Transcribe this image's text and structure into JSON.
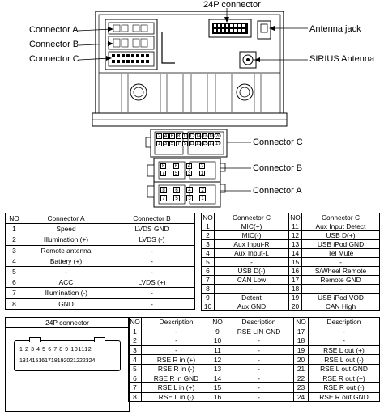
{
  "labels": {
    "p24_connector": "24P connector",
    "connector_a": "Connector A",
    "connector_b": "Connector B",
    "connector_c": "Connector C",
    "antenna_jack": "Antenna jack",
    "sirius_antenna": "SIRIUS Antenna",
    "connector_c_mid": "Connector C",
    "connector_b_mid": "Connector B",
    "connector_a_mid": "Connector A"
  },
  "connector_c_pins": [
    [
      "2",
      "4",
      "6",
      "8",
      "10",
      "12",
      "14",
      "16",
      "18",
      "20"
    ],
    [
      "1",
      "3",
      "5",
      "7",
      "9",
      "11",
      "13",
      "15",
      "17",
      "19"
    ]
  ],
  "connector_b_pins": [
    [
      "8",
      "6",
      "4",
      "2"
    ],
    [
      "7",
      "5",
      "3",
      "1"
    ]
  ],
  "connector_a_pins": [
    [
      "8",
      "6",
      "4",
      "2"
    ],
    [
      "7",
      "5",
      "3",
      "1"
    ]
  ],
  "table_ab": {
    "headers": [
      "NO",
      "Connector A",
      "Connector B"
    ],
    "rows": [
      [
        "1",
        "Speed",
        "LVDS GND"
      ],
      [
        "2",
        "Illumination (+)",
        "LVDS (-)"
      ],
      [
        "3",
        "Remote antenna",
        "-"
      ],
      [
        "4",
        "Battery (+)",
        "-"
      ],
      [
        "5",
        "-",
        "-"
      ],
      [
        "6",
        "ACC",
        "LVDS (+)"
      ],
      [
        "7",
        "Illumination (-)",
        "-"
      ],
      [
        "8",
        "GND",
        "-"
      ]
    ]
  },
  "table_c": {
    "headers": [
      "NO",
      "Connector C",
      "NO",
      "Connector C"
    ],
    "rows": [
      [
        "1",
        "MIC(+)",
        "11",
        "Aux Input Detect"
      ],
      [
        "2",
        "MIC(-)",
        "12",
        "USB D(+)"
      ],
      [
        "3",
        "Aux Input-R",
        "13",
        "USB iPod GND"
      ],
      [
        "4",
        "Aux Input-L",
        "14",
        "Tel Mute"
      ],
      [
        "5",
        "-",
        "15",
        "-"
      ],
      [
        "6",
        "USB D(-)",
        "16",
        "S/Wheel Remote"
      ],
      [
        "7",
        "CAN Low",
        "17",
        "Remote GND"
      ],
      [
        "8",
        "-",
        "18",
        "-"
      ],
      [
        "9",
        "Detent",
        "19",
        "USB iPod VOD"
      ],
      [
        "10",
        "Aux GND",
        "20",
        "CAN High"
      ]
    ]
  },
  "table_24p": {
    "title": "24P connector",
    "headers": [
      "NO",
      "Description",
      "NO",
      "Description",
      "NO",
      "Description"
    ],
    "rows": [
      [
        "1",
        "-",
        "9",
        "RSE LIN GND",
        "17",
        "-"
      ],
      [
        "2",
        "-",
        "10",
        "-",
        "18",
        "-"
      ],
      [
        "3",
        "-",
        "11",
        "-",
        "19",
        "RSE L out (+)"
      ],
      [
        "4",
        "RSE R in (+)",
        "12",
        "-",
        "20",
        "RSE L out (-)"
      ],
      [
        "5",
        "RSE R in (-)",
        "13",
        "-",
        "21",
        "RSE L out GND"
      ],
      [
        "6",
        "RSE R in GND",
        "14",
        "-",
        "22",
        "RSE R out (+)"
      ],
      [
        "7",
        "RSE L in (+)",
        "15",
        "-",
        "23",
        "RSE R out (-)"
      ],
      [
        "8",
        "RSE L in (-)",
        "16",
        "-",
        "24",
        "RSE R out GND"
      ]
    ],
    "pins_top": "1 2 3 4 5 6 7 8 9 101112",
    "pins_bottom": "131415161718192021222324"
  }
}
